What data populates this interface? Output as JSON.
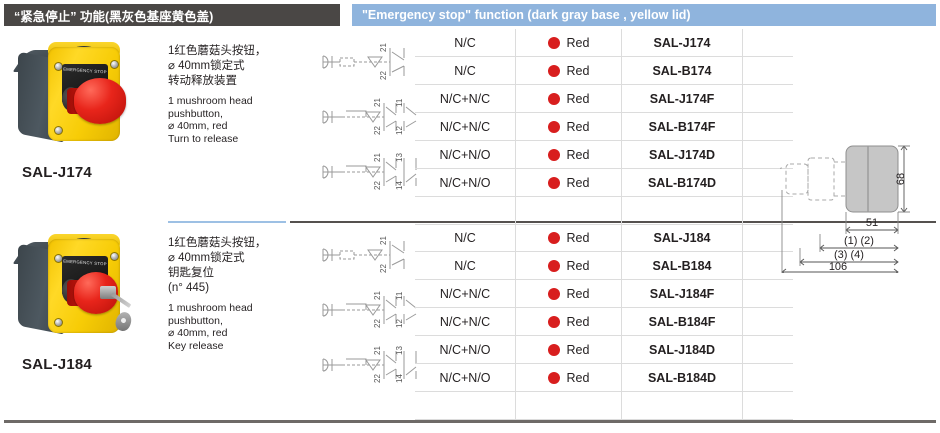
{
  "header": {
    "chinese": "“紧急停止” 功能(黑灰色基座黄色盖)",
    "english": "\"Emergency stop\" function (dark gray base , yellow lid)",
    "cn_bg": "#4a4745",
    "en_bg": "#8fb4dd"
  },
  "colors": {
    "red_dot": "#d81e1e",
    "lid_yellow": "#ffd926",
    "base_gray": "#434c53",
    "divider_blue": "#9dc0e4",
    "divider_dark": "#55514f"
  },
  "products": [
    {
      "name": "SAL-J174",
      "photo_label": "EMERGENCY STOP",
      "has_key": false,
      "desc_cn": "1红色蘑菇头按钮，\n⌀ 40mm锁定式\n转动释放装置",
      "desc_en": "1 mushroom head\npushbutton,\n⌀ 40mm, red\nTurn to release",
      "rows": [
        {
          "contact": "N/C",
          "color": "Red",
          "code": "SAL-J174"
        },
        {
          "contact": "N/C",
          "color": "Red",
          "code": "SAL-B174"
        },
        {
          "contact": "N/C+N/C",
          "color": "Red",
          "code": "SAL-J174F"
        },
        {
          "contact": "N/C+N/C",
          "color": "Red",
          "code": "SAL-B174F"
        },
        {
          "contact": "N/C+N/O",
          "color": "Red",
          "code": "SAL-J174D"
        },
        {
          "contact": "N/C+N/O",
          "color": "Red",
          "code": "SAL-B174D"
        }
      ],
      "schematics": [
        {
          "terminals": [
            "21",
            "22"
          ]
        },
        {
          "terminals": [
            "21",
            "22",
            "11",
            "12"
          ]
        },
        {
          "terminals": [
            "21",
            "22",
            "13",
            "14"
          ]
        }
      ]
    },
    {
      "name": "SAL-J184",
      "photo_label": "EMERGENCY STOP",
      "has_key": true,
      "desc_cn": "1红色蘑菇头按钮，\n⌀ 40mm锁定式\n钥匙复位\n(n°  445)",
      "desc_en": "1 mushroom head\npushbutton,\n⌀ 40mm, red\nKey release",
      "rows": [
        {
          "contact": "N/C",
          "color": "Red",
          "code": "SAL-J184"
        },
        {
          "contact": "N/C",
          "color": "Red",
          "code": "SAL-B184"
        },
        {
          "contact": "N/C+N/C",
          "color": "Red",
          "code": "SAL-J184F"
        },
        {
          "contact": "N/C+N/C",
          "color": "Red",
          "code": "SAL-B184F"
        },
        {
          "contact": "N/C+N/O",
          "color": "Red",
          "code": "SAL-J184D"
        },
        {
          "contact": "N/C+N/O",
          "color": "Red",
          "code": "SAL-B184D"
        }
      ],
      "schematics": [
        {
          "terminals": [
            "21",
            "22"
          ]
        },
        {
          "terminals": [
            "21",
            "22",
            "11",
            "12"
          ]
        },
        {
          "terminals": [
            "21",
            "22",
            "13",
            "14"
          ]
        }
      ]
    }
  ],
  "dimension_drawing": {
    "height": "68",
    "width": "51",
    "depth_1_2": "(1) (2)",
    "depth_3_4": "(3) (4)",
    "total": "106"
  }
}
